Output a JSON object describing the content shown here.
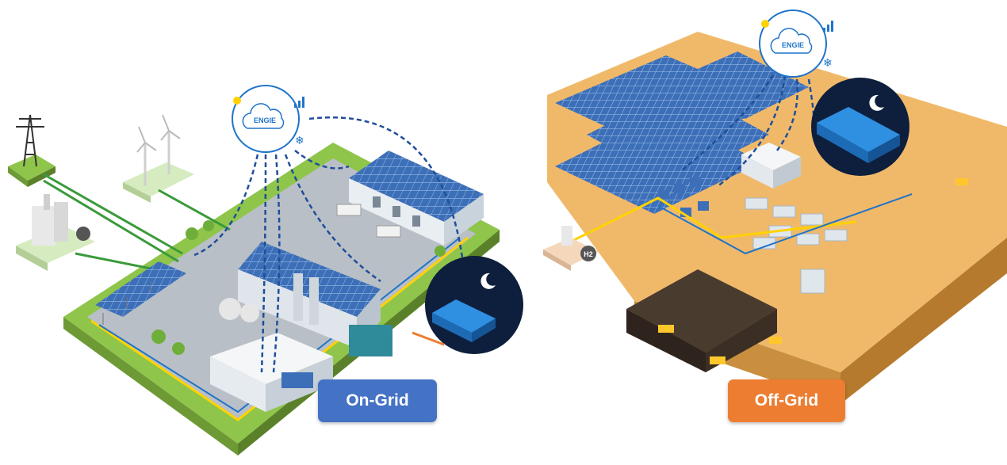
{
  "on_grid": {
    "label": "On-Grid",
    "brand": "ENGIE",
    "badge_color": "#4472c4"
  },
  "off_grid": {
    "label": "Off-Grid",
    "brand": "ENGIE",
    "h2_label": "H2",
    "badge_color": "#ed7d31"
  },
  "colors": {
    "engie_blue": "#1f74c8",
    "dashed_link": "#1f4e9a",
    "power_line_yellow": "#ffd200",
    "grid_line_green": "#3a9a3a",
    "night_badge": "#0e1f3d",
    "sand": "#f0b96a",
    "ground_green": "#8fc54a",
    "solar_blue": "#3d6fb8"
  },
  "icons": [
    "transmission-tower-icon",
    "wind-turbine-icon",
    "power-plant-icon",
    "cloud-icon",
    "sun-icon",
    "snowflake-icon",
    "signal-bars-icon",
    "moon-icon",
    "battery-storage-icon",
    "truck-icon",
    "mine-excavator-icon",
    "hydrogen-icon"
  ]
}
